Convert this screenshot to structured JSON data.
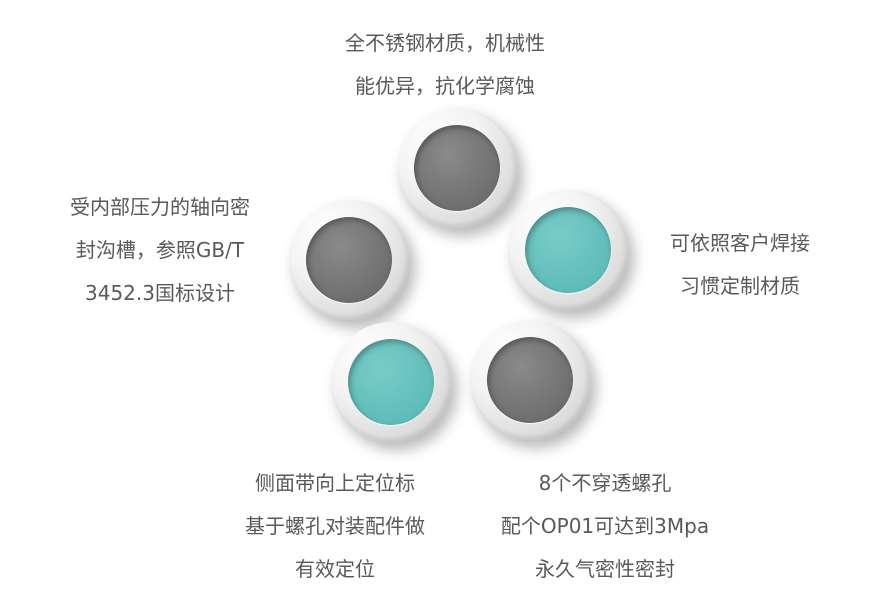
{
  "colors": {
    "gray_core": "#6f6f6f",
    "teal_core": "#5fbdb9",
    "text": "#595959"
  },
  "circles": [
    {
      "name": "circle-top",
      "core": "gray"
    },
    {
      "name": "circle-left",
      "core": "gray"
    },
    {
      "name": "circle-right",
      "core": "teal"
    },
    {
      "name": "circle-bottom-left",
      "core": "teal"
    },
    {
      "name": "circle-bottom-right",
      "core": "gray"
    }
  ],
  "labels": {
    "top": [
      "全不锈钢材质，机械性",
      "能优异，抗化学腐蚀"
    ],
    "left": [
      "受内部压力的轴向密",
      "封沟槽，参照GB/T",
      "3452.3国标设计"
    ],
    "right": [
      "可依照客户焊接",
      "习惯定制材质"
    ],
    "bottom_left": [
      "侧面带向上定位标",
      "基于螺孔对装配件做",
      "有效定位"
    ],
    "bottom_right": [
      "8个不穿透螺孔",
      "配个OP01可达到3Mpa",
      "永久气密性密封"
    ]
  }
}
